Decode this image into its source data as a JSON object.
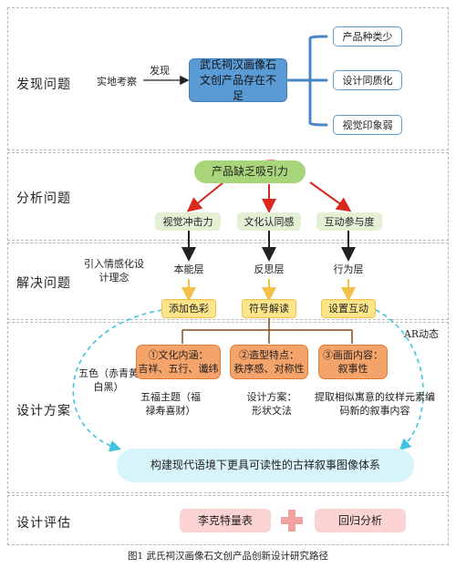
{
  "stages": {
    "discover": "发现问题",
    "analyze": "分析问题",
    "solve": "解决问题",
    "design": "设计方案",
    "evaluate": "设计评估"
  },
  "discover": {
    "source": "实地考察",
    "arrow_label": "发现",
    "main": "武氏祠汉画像石文创产品存在不足",
    "issues": [
      "产品种类少",
      "设计同质化",
      "视觉印象弱"
    ]
  },
  "analyze": {
    "top": "产品缺乏吸引力",
    "factors": [
      "视觉冲击力",
      "文化认同感",
      "互动参与度"
    ]
  },
  "solve": {
    "concept": "引入情感化设计理念",
    "levels": [
      "本能层",
      "反思层",
      "行为层"
    ],
    "actions": [
      "添加色彩",
      "符号解读",
      "设置互动"
    ]
  },
  "design": {
    "ar_label": "AR动态",
    "left_note": "五色（赤青黄白黑）",
    "boxes": [
      {
        "title": "①文化内涵：",
        "body": "吉祥、五行、谶纬"
      },
      {
        "title": "②造型特点：",
        "body": "秩序感、对称性"
      },
      {
        "title": "③画面内容：",
        "body": "叙事性"
      }
    ],
    "notes": [
      "五福主题（福禄寿喜财）",
      "设计方案：形状文法",
      "提取相似寓意的纹样元素编码新的叙事内容"
    ],
    "result": "构建现代语境下更具可读性的古祥叙事图像体系"
  },
  "evaluate": {
    "left": "李克特量表",
    "plus": "+",
    "right": "回归分析"
  },
  "caption": "图1 武氏祠汉画像石文创产品创新设计研究路径",
  "colors": {
    "blue": "#5b9bd5",
    "green": "#a8d47a",
    "light_green": "#e3f0d6",
    "yellow": "#fde68a",
    "orange": "#f4a46b",
    "cyan": "#d7f4fa",
    "pink": "#fbd3d3",
    "red_arrow": "#d9281e",
    "plus_color": "#f3a0a0"
  }
}
